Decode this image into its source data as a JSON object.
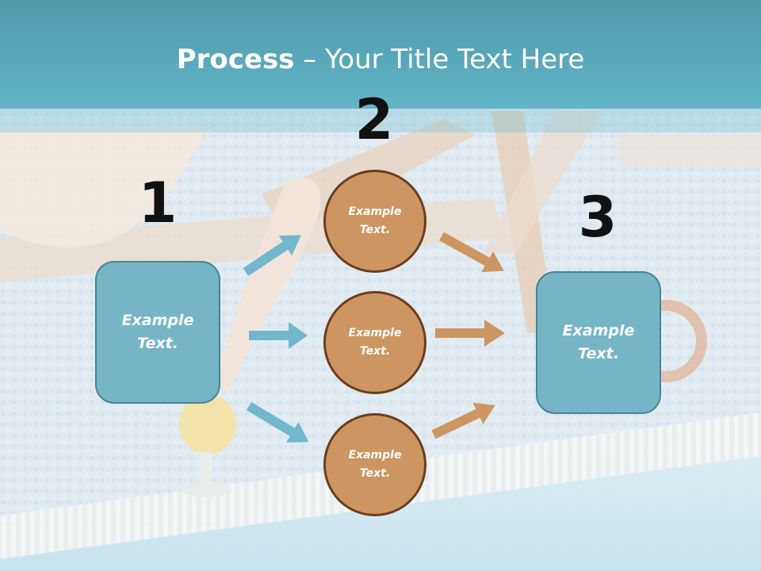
{
  "slide": {
    "title_bold": "Process",
    "title_rest": " – Your Title Text Here"
  },
  "steps": [
    {
      "number": "1",
      "label": "Example Text."
    },
    {
      "number": "2",
      "items": [
        {
          "label": "Example Text."
        },
        {
          "label": "Example Text."
        },
        {
          "label": "Example Text."
        }
      ]
    },
    {
      "number": "3",
      "label": "Example Text."
    }
  ],
  "colors": {
    "header": "#5aa9bd",
    "box_fill": "#75b5c6",
    "circle_fill": "#cd9561",
    "blue_arrow": "#72b7cb",
    "orange_arrow": "#cd9561"
  }
}
